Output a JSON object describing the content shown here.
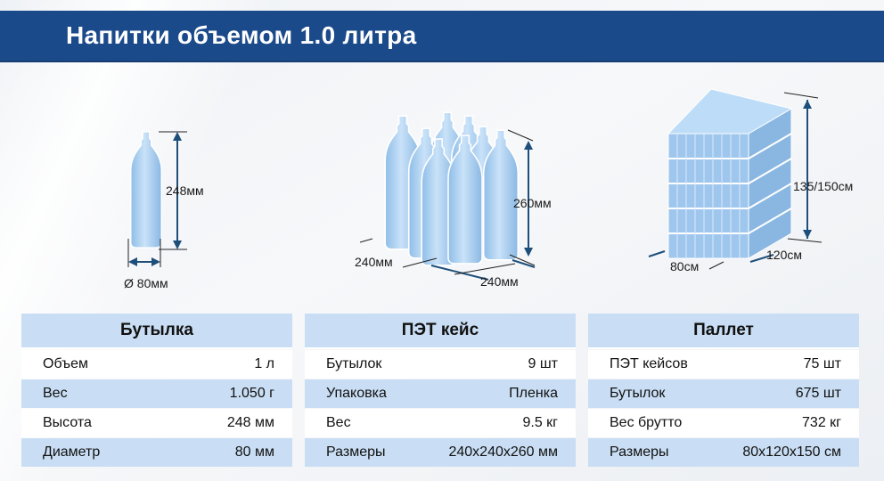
{
  "header": {
    "title": "Напитки объемом 1.0 литра"
  },
  "dimensions": {
    "bottle_height": "248мм",
    "bottle_diameter": "Ø 80мм",
    "case_height": "260мм",
    "case_width_left": "240мм",
    "case_width_right": "240мм",
    "pallet_height": "135/150см",
    "pallet_width": "80см",
    "pallet_depth": "120см"
  },
  "tables": [
    {
      "title": "Бутылка",
      "rows": [
        {
          "label": "Объем",
          "value": "1 л"
        },
        {
          "label": "Вес",
          "value": "1.050 г"
        },
        {
          "label": "Высота",
          "value": "248 мм"
        },
        {
          "label": "Диаметр",
          "value": "80 мм"
        }
      ]
    },
    {
      "title": "ПЭТ кейс",
      "rows": [
        {
          "label": "Бутылок",
          "value": "9 шт"
        },
        {
          "label": "Упаковка",
          "value": "Пленка"
        },
        {
          "label": "Вес",
          "value": "9.5 кг"
        },
        {
          "label": "Размеры",
          "value": "240x240x260 мм"
        }
      ]
    },
    {
      "title": "Паллет",
      "rows": [
        {
          "label": "ПЭТ кейсов",
          "value": "75 шт"
        },
        {
          "label": "Бутылок",
          "value": "675 шт"
        },
        {
          "label": "Вес брутто",
          "value": "732 кг"
        },
        {
          "label": "Размеры",
          "value": "80x120x150 см"
        }
      ]
    }
  ],
  "colors": {
    "header": "#1b4a8a",
    "table_band": "#c9def4",
    "bottle": "#a9cdf0"
  }
}
